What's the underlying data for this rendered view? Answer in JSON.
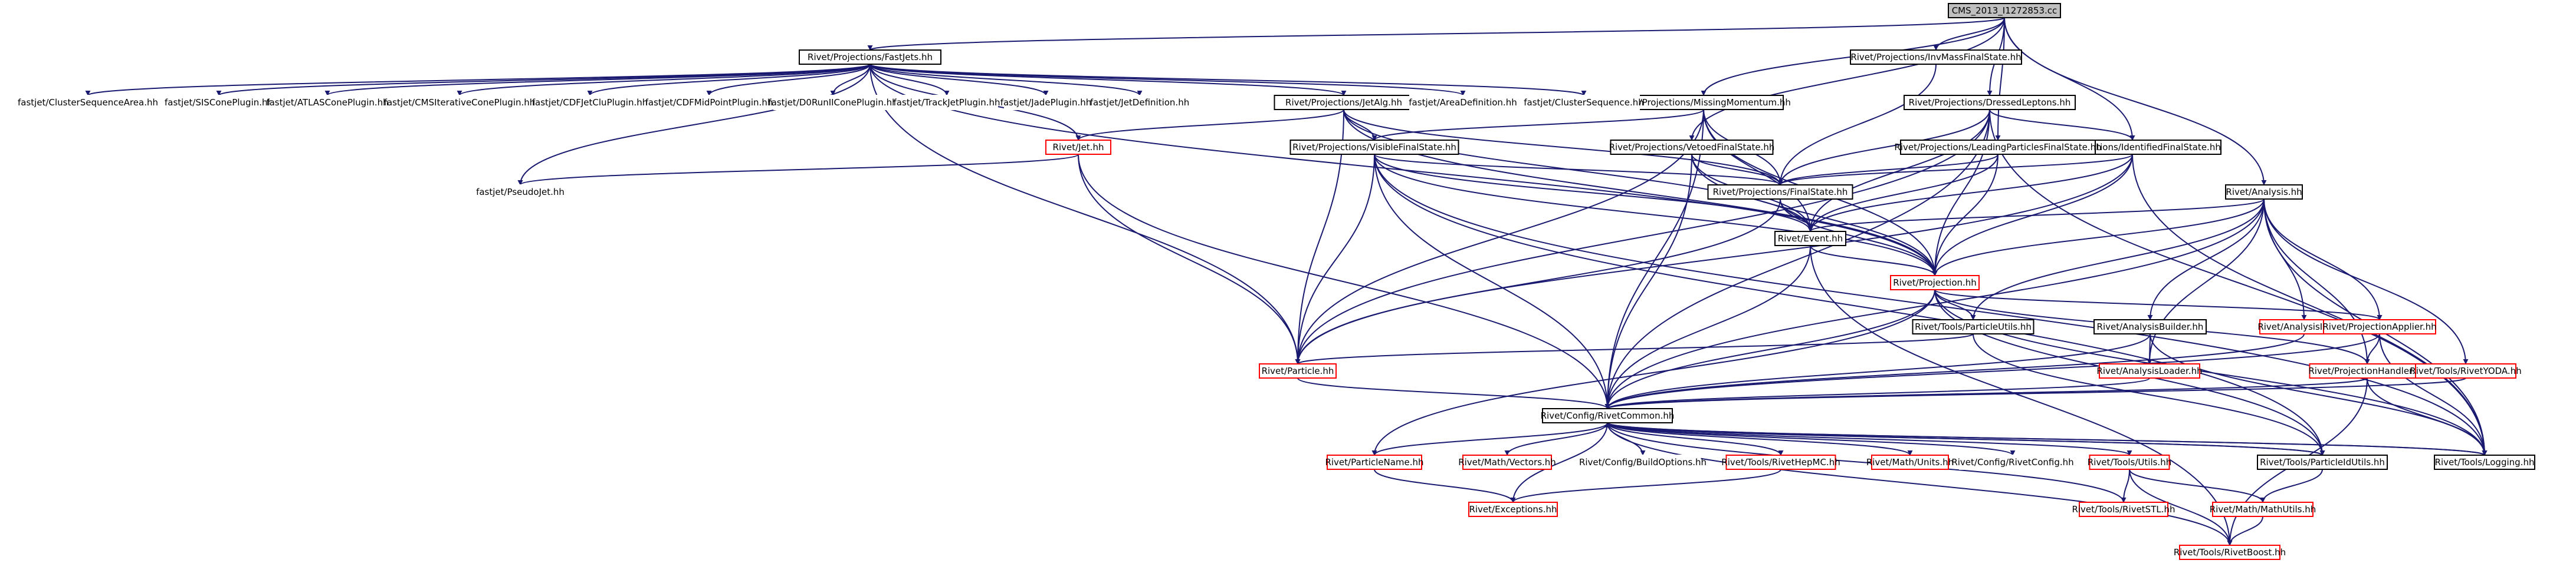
{
  "colors": {
    "edge": "#191970",
    "root_fill": "#bfbfbf",
    "node_border": "#000000",
    "missing_border": "#ff0000",
    "node_fill": "#ffffff"
  },
  "nodes": [
    {
      "id": "root",
      "label": "CMS_2013_I1272853.cc",
      "kind": "root"
    },
    {
      "id": "fastjets",
      "label": "Rivet/Projections/FastJets.hh",
      "kind": "normal"
    },
    {
      "id": "invmass",
      "label": "Rivet/Projections/InvMassFinalState.hh",
      "kind": "normal"
    },
    {
      "id": "dressed",
      "label": "Rivet/Projections/DressedLeptons.hh",
      "kind": "normal"
    },
    {
      "id": "missmom",
      "label": "Rivet/Projections/MissingMomentum.hh",
      "kind": "normal"
    },
    {
      "id": "idfs",
      "label": "Rivet/Projections/IdentifiedFinalState.hh",
      "kind": "normal"
    },
    {
      "id": "lpfs",
      "label": "Rivet/Projections/LeadingParticlesFinalState.hh",
      "kind": "normal"
    },
    {
      "id": "vetoed",
      "label": "Rivet/Projections/VetoedFinalState.hh",
      "kind": "normal"
    },
    {
      "id": "visible",
      "label": "Rivet/Projections/VisibleFinalState.hh",
      "kind": "normal"
    },
    {
      "id": "jetalg",
      "label": "Rivet/Projections/JetAlg.hh",
      "kind": "normal"
    },
    {
      "id": "csa",
      "label": "fastjet/ClusterSequenceArea.hh",
      "kind": "plain"
    },
    {
      "id": "siscone",
      "label": "fastjet/SISConePlugin.hh",
      "kind": "plain"
    },
    {
      "id": "atlascone",
      "label": "fastjet/ATLASConePlugin.hh",
      "kind": "plain"
    },
    {
      "id": "cmsitcone",
      "label": "fastjet/CMSIterativeConePlugin.hh",
      "kind": "plain"
    },
    {
      "id": "cdfjetclu",
      "label": "fastjet/CDFJetCluPlugin.hh",
      "kind": "plain"
    },
    {
      "id": "cdfmidpoint",
      "label": "fastjet/CDFMidPointPlugin.hh",
      "kind": "plain"
    },
    {
      "id": "d0run",
      "label": "fastjet/D0RunIIConePlugin.hh",
      "kind": "plain"
    },
    {
      "id": "trackjet",
      "label": "fastjet/TrackJetPlugin.hh",
      "kind": "plain"
    },
    {
      "id": "jade",
      "label": "fastjet/JadePlugin.hh",
      "kind": "plain"
    },
    {
      "id": "jetdef",
      "label": "fastjet/JetDefinition.hh",
      "kind": "plain"
    },
    {
      "id": "areadef",
      "label": "fastjet/AreaDefinition.hh",
      "kind": "plain"
    },
    {
      "id": "clusterseq",
      "label": "fastjet/ClusterSequence.hh",
      "kind": "plain"
    },
    {
      "id": "pseudojet",
      "label": "fastjet/PseudoJet.hh",
      "kind": "plain"
    },
    {
      "id": "jet",
      "label": "Rivet/Jet.hh",
      "kind": "missing"
    },
    {
      "id": "finalstate",
      "label": "Rivet/Projections/FinalState.hh",
      "kind": "normal"
    },
    {
      "id": "event",
      "label": "Rivet/Event.hh",
      "kind": "normal"
    },
    {
      "id": "analysis",
      "label": "Rivet/Analysis.hh",
      "kind": "normal"
    },
    {
      "id": "projection",
      "label": "Rivet/Projection.hh",
      "kind": "missing"
    },
    {
      "id": "analysisinfo",
      "label": "Rivet/AnalysisInfo.hh",
      "kind": "missing"
    },
    {
      "id": "particleutils",
      "label": "Rivet/Tools/ParticleUtils.hh",
      "kind": "normal"
    },
    {
      "id": "analysisbuilder",
      "label": "Rivet/AnalysisBuilder.hh",
      "kind": "normal"
    },
    {
      "id": "projapplier",
      "label": "Rivet/ProjectionApplier.hh",
      "kind": "missing"
    },
    {
      "id": "particle",
      "label": "Rivet/Particle.hh",
      "kind": "missing"
    },
    {
      "id": "analysisloader",
      "label": "Rivet/AnalysisLoader.hh",
      "kind": "missing"
    },
    {
      "id": "projhandler",
      "label": "Rivet/ProjectionHandler.hh",
      "kind": "missing"
    },
    {
      "id": "rivetyoda",
      "label": "Rivet/Tools/RivetYODA.hh",
      "kind": "missing"
    },
    {
      "id": "rivetcommon",
      "label": "Rivet/Config/RivetCommon.hh",
      "kind": "normal"
    },
    {
      "id": "particlename",
      "label": "Rivet/ParticleName.hh",
      "kind": "missing"
    },
    {
      "id": "vectors",
      "label": "Rivet/Math/Vectors.hh",
      "kind": "missing"
    },
    {
      "id": "buildoptions",
      "label": "Rivet/Config/BuildOptions.hh",
      "kind": "plain"
    },
    {
      "id": "rivethepmc",
      "label": "Rivet/Tools/RivetHepMC.hh",
      "kind": "missing"
    },
    {
      "id": "units",
      "label": "Rivet/Math/Units.hh",
      "kind": "missing"
    },
    {
      "id": "rivetconfig",
      "label": "Rivet/Config/RivetConfig.hh",
      "kind": "plain"
    },
    {
      "id": "utils",
      "label": "Rivet/Tools/Utils.hh",
      "kind": "missing"
    },
    {
      "id": "particleidutils",
      "label": "Rivet/Tools/ParticleIdUtils.hh",
      "kind": "normal"
    },
    {
      "id": "logging",
      "label": "Rivet/Tools/Logging.hh",
      "kind": "normal"
    },
    {
      "id": "exceptions",
      "label": "Rivet/Exceptions.hh",
      "kind": "missing"
    },
    {
      "id": "rivetstl",
      "label": "Rivet/Tools/RivetSTL.hh",
      "kind": "missing"
    },
    {
      "id": "mathutils",
      "label": "Rivet/Math/MathUtils.hh",
      "kind": "missing"
    },
    {
      "id": "rivetboost",
      "label": "Rivet/Tools/RivetBoost.hh",
      "kind": "missing"
    }
  ],
  "edges": [
    [
      "root",
      "fastjets"
    ],
    [
      "root",
      "invmass"
    ],
    [
      "root",
      "dressed"
    ],
    [
      "root",
      "missmom"
    ],
    [
      "root",
      "idfs"
    ],
    [
      "root",
      "lpfs"
    ],
    [
      "root",
      "vetoed"
    ],
    [
      "root",
      "analysis"
    ],
    [
      "fastjets",
      "csa"
    ],
    [
      "fastjets",
      "siscone"
    ],
    [
      "fastjets",
      "atlascone"
    ],
    [
      "fastjets",
      "cmsitcone"
    ],
    [
      "fastjets",
      "cdfjetclu"
    ],
    [
      "fastjets",
      "cdfmidpoint"
    ],
    [
      "fastjets",
      "d0run"
    ],
    [
      "fastjets",
      "trackjet"
    ],
    [
      "fastjets",
      "jade"
    ],
    [
      "fastjets",
      "jetdef"
    ],
    [
      "fastjets",
      "jetalg"
    ],
    [
      "fastjets",
      "areadef"
    ],
    [
      "fastjets",
      "clusterseq"
    ],
    [
      "fastjets",
      "pseudojet"
    ],
    [
      "fastjets",
      "jet"
    ],
    [
      "fastjets",
      "particle"
    ],
    [
      "fastjets",
      "projection"
    ],
    [
      "jetalg",
      "jet"
    ],
    [
      "jetalg",
      "particle"
    ],
    [
      "jetalg",
      "visible"
    ],
    [
      "jetalg",
      "finalstate"
    ],
    [
      "jetalg",
      "event"
    ],
    [
      "jetalg",
      "projection"
    ],
    [
      "jet",
      "pseudojet"
    ],
    [
      "jet",
      "particle"
    ],
    [
      "jet",
      "rivetcommon"
    ],
    [
      "invmass",
      "finalstate"
    ],
    [
      "missmom",
      "visible"
    ],
    [
      "missmom",
      "finalstate"
    ],
    [
      "missmom",
      "event"
    ],
    [
      "missmom",
      "projection"
    ],
    [
      "missmom",
      "particle"
    ],
    [
      "missmom",
      "rivetcommon"
    ],
    [
      "dressed",
      "idfs"
    ],
    [
      "dressed",
      "finalstate"
    ],
    [
      "dressed",
      "event"
    ],
    [
      "dressed",
      "projection"
    ],
    [
      "dressed",
      "particle"
    ],
    [
      "dressed",
      "logging"
    ],
    [
      "dressed",
      "rivetcommon"
    ],
    [
      "idfs",
      "finalstate"
    ],
    [
      "idfs",
      "event"
    ],
    [
      "idfs",
      "projection"
    ],
    [
      "idfs",
      "particle"
    ],
    [
      "idfs",
      "logging"
    ],
    [
      "lpfs",
      "finalstate"
    ],
    [
      "lpfs",
      "event"
    ],
    [
      "lpfs",
      "projection"
    ],
    [
      "vetoed",
      "finalstate"
    ],
    [
      "vetoed",
      "event"
    ],
    [
      "vetoed",
      "projection"
    ],
    [
      "vetoed",
      "rivetcommon"
    ],
    [
      "visible",
      "finalstate"
    ],
    [
      "visible",
      "event"
    ],
    [
      "visible",
      "projection"
    ],
    [
      "visible",
      "particle"
    ],
    [
      "visible",
      "rivetcommon"
    ],
    [
      "visible",
      "logging"
    ],
    [
      "visible",
      "particleidutils"
    ],
    [
      "finalstate",
      "event"
    ],
    [
      "finalstate",
      "projection"
    ],
    [
      "finalstate",
      "particle"
    ],
    [
      "event",
      "projection"
    ],
    [
      "event",
      "rivetcommon"
    ],
    [
      "event",
      "rivetboost"
    ],
    [
      "analysis",
      "event"
    ],
    [
      "analysis",
      "projection"
    ],
    [
      "analysis",
      "analysisinfo"
    ],
    [
      "analysis",
      "particleutils"
    ],
    [
      "analysis",
      "analysisbuilder"
    ],
    [
      "analysis",
      "projapplier"
    ],
    [
      "analysis",
      "projhandler"
    ],
    [
      "analysis",
      "rivetyoda"
    ],
    [
      "analysis",
      "rivetcommon"
    ],
    [
      "analysis",
      "logging"
    ],
    [
      "analysis",
      "analysisloader"
    ],
    [
      "projection",
      "particleutils"
    ],
    [
      "projection",
      "projapplier"
    ],
    [
      "projection",
      "projhandler"
    ],
    [
      "projection",
      "rivetcommon"
    ],
    [
      "projection",
      "logging"
    ],
    [
      "projection",
      "particlename"
    ],
    [
      "projection",
      "particleidutils"
    ],
    [
      "analysisinfo",
      "rivetcommon"
    ],
    [
      "particleutils",
      "particle"
    ],
    [
      "particleutils",
      "particleidutils"
    ],
    [
      "analysisbuilder",
      "analysisloader"
    ],
    [
      "analysisbuilder",
      "rivetcommon"
    ],
    [
      "analysisbuilder",
      "logging"
    ],
    [
      "projapplier",
      "projhandler"
    ],
    [
      "projapplier",
      "rivetcommon"
    ],
    [
      "projapplier",
      "logging"
    ],
    [
      "projhandler",
      "rivetcommon"
    ],
    [
      "projhandler",
      "logging"
    ],
    [
      "projhandler",
      "rivetboost"
    ],
    [
      "analysisloader",
      "rivetcommon"
    ],
    [
      "rivetyoda",
      "rivetcommon"
    ],
    [
      "particle",
      "rivetcommon"
    ],
    [
      "rivetcommon",
      "particlename"
    ],
    [
      "rivetcommon",
      "vectors"
    ],
    [
      "rivetcommon",
      "buildoptions"
    ],
    [
      "rivetcommon",
      "rivethepmc"
    ],
    [
      "rivetcommon",
      "units"
    ],
    [
      "rivetcommon",
      "rivetconfig"
    ],
    [
      "rivetcommon",
      "utils"
    ],
    [
      "rivetcommon",
      "particleidutils"
    ],
    [
      "rivetcommon",
      "logging"
    ],
    [
      "rivetcommon",
      "exceptions"
    ],
    [
      "rivetcommon",
      "rivetstl"
    ],
    [
      "rivetcommon",
      "rivetboost"
    ],
    [
      "particlename",
      "exceptions"
    ],
    [
      "rivethepmc",
      "exceptions"
    ],
    [
      "utils",
      "rivetstl"
    ],
    [
      "utils",
      "mathutils"
    ],
    [
      "utils",
      "rivetboost"
    ],
    [
      "particleidutils",
      "mathutils"
    ],
    [
      "particleidutils",
      "rivetcommon"
    ],
    [
      "logging",
      "rivetcommon"
    ],
    [
      "mathutils",
      "rivetboost"
    ]
  ]
}
